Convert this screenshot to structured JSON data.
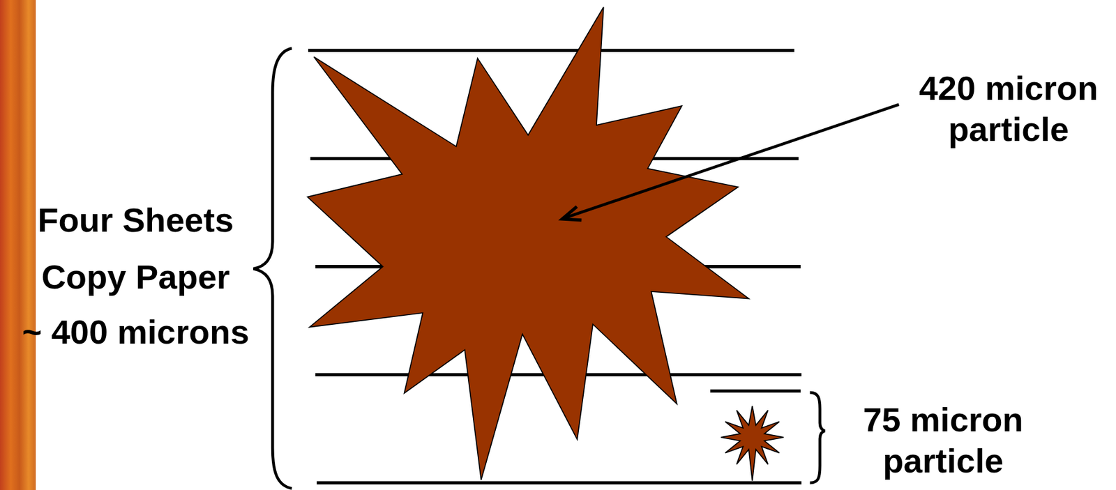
{
  "diagram": {
    "labels": [
      "Four Sheets",
      "Copy Paper",
      "~ 400 microns",
      "420 micron particle",
      "75 micron particle"
    ]
  }
}
